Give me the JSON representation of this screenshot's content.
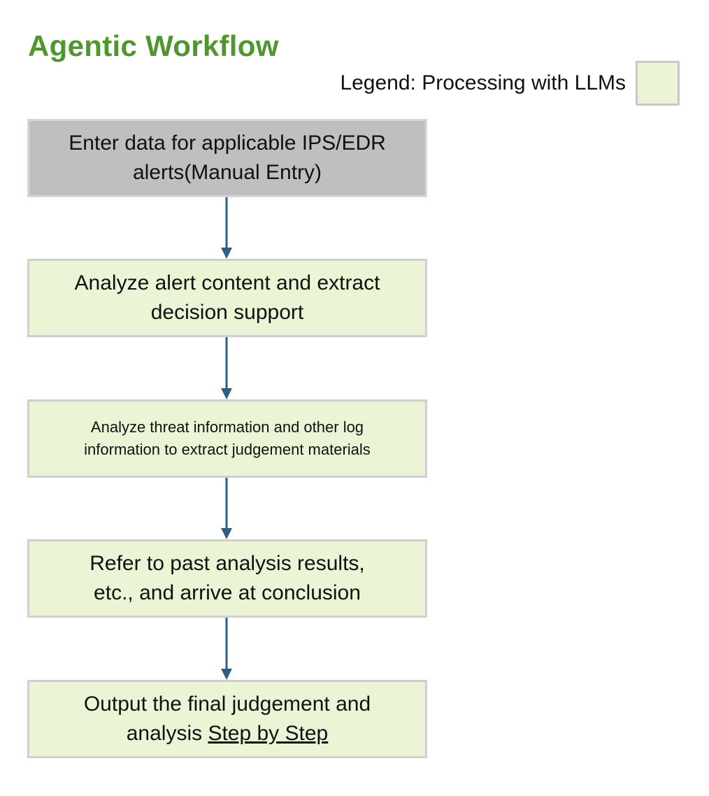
{
  "title": "Agentic Workflow",
  "legend": {
    "label": "Legend: Processing with LLMs",
    "swatch_color": "#ebf5d6"
  },
  "steps": [
    {
      "line1": "Enter data for applicable IPS/EDR",
      "line2": "alerts(Manual Entry)",
      "kind": "manual",
      "color": "#bfbfbf"
    },
    {
      "line1": "Analyze alert content and extract",
      "line2": "decision support",
      "kind": "llm",
      "color": "#ebf5d6"
    },
    {
      "line1": "Analyze threat information and other log",
      "line2": "information to extract judgement materials",
      "kind": "llm",
      "color": "#ebf5d6"
    },
    {
      "line1": "Refer to past analysis results,",
      "line2": "etc., and arrive at conclusion",
      "kind": "llm",
      "color": "#ebf5d6"
    },
    {
      "line1": "Output the final judgement and",
      "line2_prefix": "analysis ",
      "line2_underlined": "Step by Step",
      "kind": "llm",
      "color": "#ebf5d6"
    }
  ],
  "arrow_color": "#2f5f80"
}
